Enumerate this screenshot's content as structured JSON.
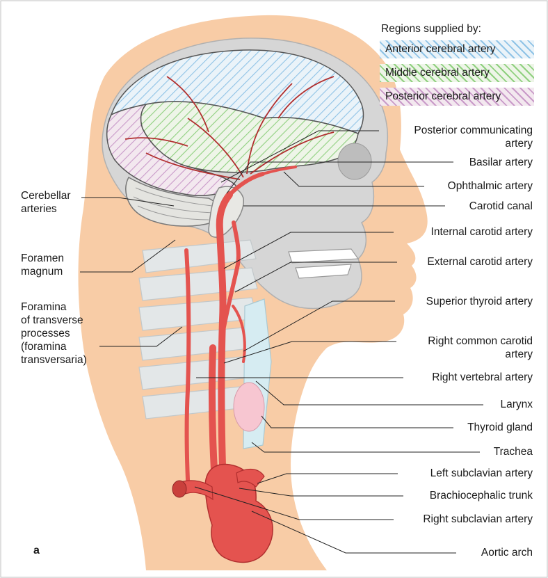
{
  "legend": {
    "title": "Regions supplied by:",
    "items": [
      {
        "label": "Anterior cerebral artery",
        "color": "#8fc3e6"
      },
      {
        "label": "Middle cerebral artery",
        "color": "#8fd07f"
      },
      {
        "label": "Posterior cerebral artery",
        "color": "#c99ac9"
      }
    ]
  },
  "colors": {
    "skin": "#f8cca6",
    "skull": "#d3d3d3",
    "brain": "#e9e8e3",
    "artery": "#e4534f",
    "artery_dark": "#b12f2f",
    "bone": "#e3e7e8",
    "leader": "#222222"
  },
  "labels": {
    "posterior_communicating": "Posterior communicating\nartery",
    "basilar": "Basilar artery",
    "ophthalmic": "Ophthalmic artery",
    "carotid_canal": "Carotid canal",
    "internal_carotid": "Internal carotid artery",
    "external_carotid": "External carotid artery",
    "superior_thyroid": "Superior thyroid artery",
    "right_common_carotid": "Right common carotid\nartery",
    "right_vertebral": "Right vertebral artery",
    "larynx": "Larynx",
    "thyroid_gland": "Thyroid gland",
    "trachea": "Trachea",
    "left_subclavian": "Left subclavian artery",
    "brachiocephalic": "Brachiocephalic trunk",
    "right_subclavian": "Right subclavian artery",
    "aortic_arch": "Aortic arch",
    "cerebellar": "Cerebellar\narteries",
    "foramen_magnum": "Foramen\nmagnum",
    "foramina_transverse": "Foramina\nof transverse\nprocesses\n(foramina\ntransversaria)"
  },
  "panel_letter": "a"
}
